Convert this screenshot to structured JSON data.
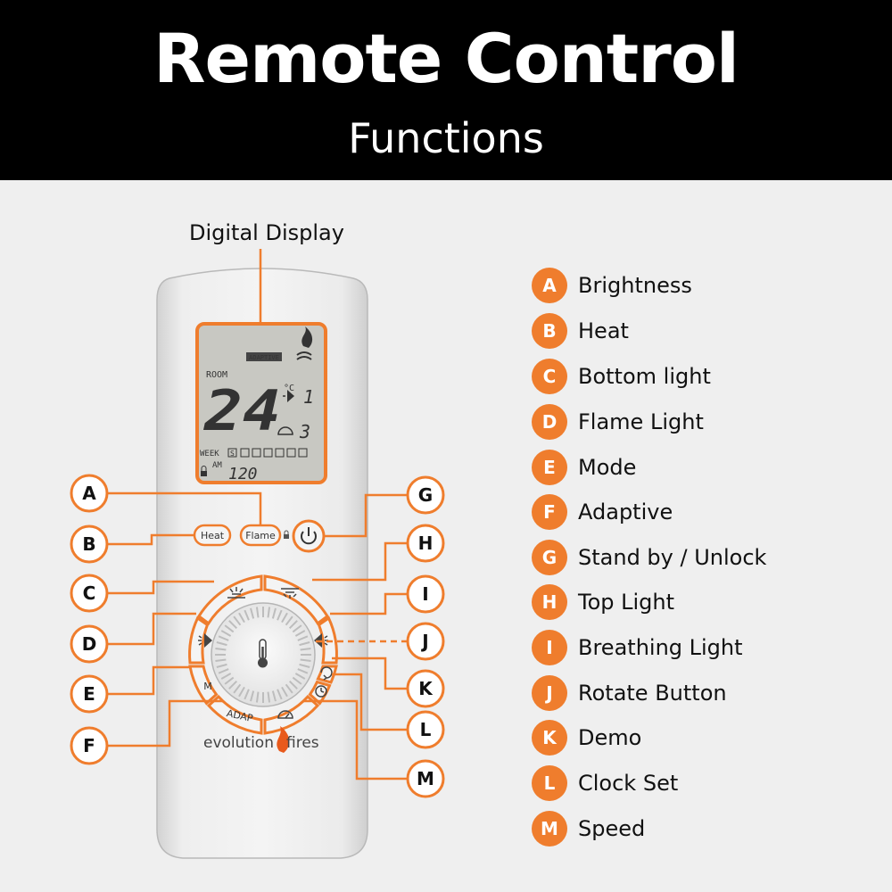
{
  "header": {
    "title": "Remote Control",
    "subtitle": "Functions"
  },
  "display_label": "Digital Display",
  "lcd": {
    "mode_badge": "ADAPTIVE",
    "room_label": "ROOM",
    "temperature": "24",
    "unit": "°C",
    "level_top": "1",
    "level_bottom": "3",
    "week_label": "WEEK",
    "week_badge": "S",
    "am_label": "AM",
    "timer": "120"
  },
  "remote_buttons": {
    "heat": "Heat",
    "flame": "Flame",
    "mode": "M",
    "adaptive": "ADAP"
  },
  "brand": {
    "left": "evolution",
    "right": "fires"
  },
  "callouts": [
    {
      "letter": "A"
    },
    {
      "letter": "B"
    },
    {
      "letter": "C"
    },
    {
      "letter": "D"
    },
    {
      "letter": "E"
    },
    {
      "letter": "F"
    },
    {
      "letter": "G"
    },
    {
      "letter": "H"
    },
    {
      "letter": "I"
    },
    {
      "letter": "J"
    },
    {
      "letter": "K"
    },
    {
      "letter": "L"
    },
    {
      "letter": "M"
    }
  ],
  "legend": [
    {
      "letter": "A",
      "label": "Brightness"
    },
    {
      "letter": "B",
      "label": "Heat"
    },
    {
      "letter": "C",
      "label": "Bottom light"
    },
    {
      "letter": "D",
      "label": "Flame Light"
    },
    {
      "letter": "E",
      "label": "Mode"
    },
    {
      "letter": "F",
      "label": "Adaptive"
    },
    {
      "letter": "G",
      "label": "Stand by / Unlock"
    },
    {
      "letter": "H",
      "label": "Top Light"
    },
    {
      "letter": "I",
      "label": "Breathing Light"
    },
    {
      "letter": "J",
      "label": "Rotate Button"
    },
    {
      "letter": "K",
      "label": "Demo"
    },
    {
      "letter": "L",
      "label": "Clock Set"
    },
    {
      "letter": "M",
      "label": "Speed"
    }
  ],
  "colors": {
    "accent": "#ef7d2d",
    "header_bg": "#000000",
    "page_bg": "#efefef",
    "lcd_bg": "#c8c8c2"
  }
}
